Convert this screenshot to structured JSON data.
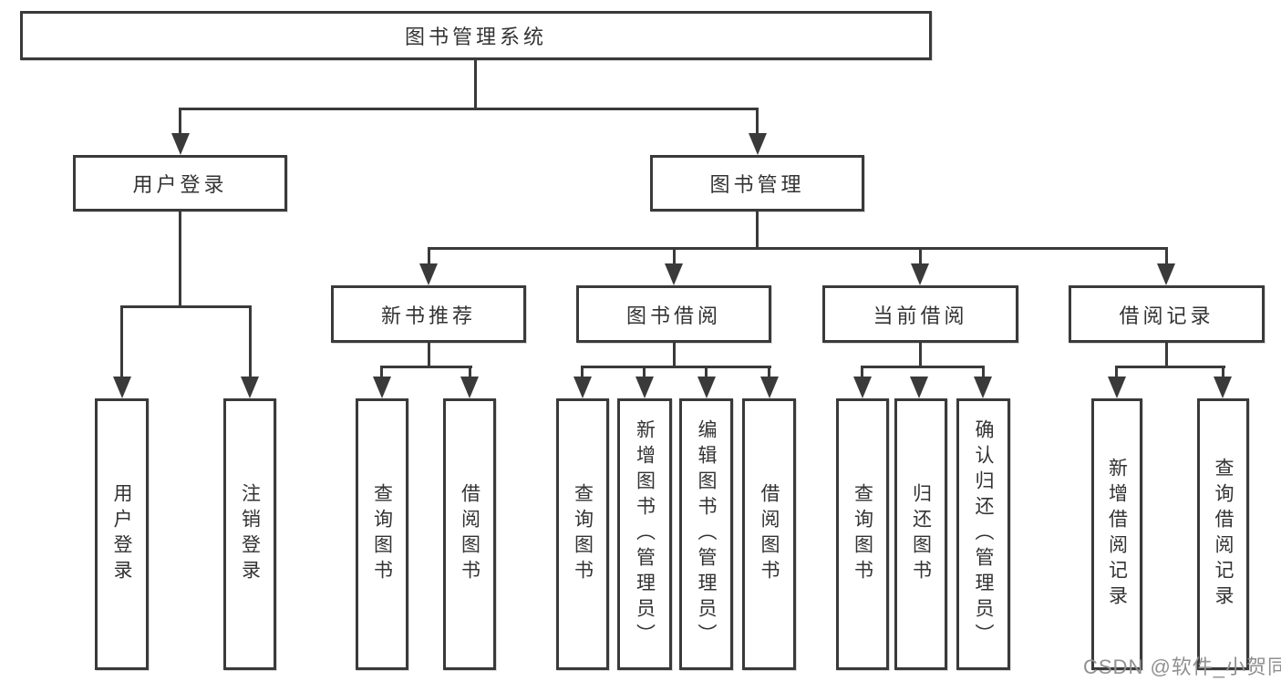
{
  "diagram": {
    "root": {
      "label": "图书管理系统",
      "children": [
        {
          "label": "用户登录",
          "children": [
            {
              "label": "用户登录"
            },
            {
              "label": "注销登录"
            }
          ]
        },
        {
          "label": "图书管理",
          "children": [
            {
              "label": "新书推荐",
              "children": [
                {
                  "label": "查询图书"
                },
                {
                  "label": "借阅图书"
                }
              ]
            },
            {
              "label": "图书借阅",
              "children": [
                {
                  "label": "查询图书"
                },
                {
                  "label": "新增图书（管理员）"
                },
                {
                  "label": "编辑图书（管理员）"
                },
                {
                  "label": "借阅图书"
                }
              ]
            },
            {
              "label": "当前借阅",
              "children": [
                {
                  "label": "查询图书"
                },
                {
                  "label": "归还图书"
                },
                {
                  "label": "确认归还（管理员）"
                }
              ]
            },
            {
              "label": "借阅记录",
              "children": [
                {
                  "label": "新增借阅记录"
                },
                {
                  "label": "查询借阅记录"
                }
              ]
            }
          ]
        }
      ]
    },
    "watermark": {
      "text": "CSDN @软件_小贺同学"
    },
    "colors": {
      "line": "#3a3a3a",
      "text": "#333333",
      "watermark": "#919191",
      "background": "#ffffff"
    }
  }
}
